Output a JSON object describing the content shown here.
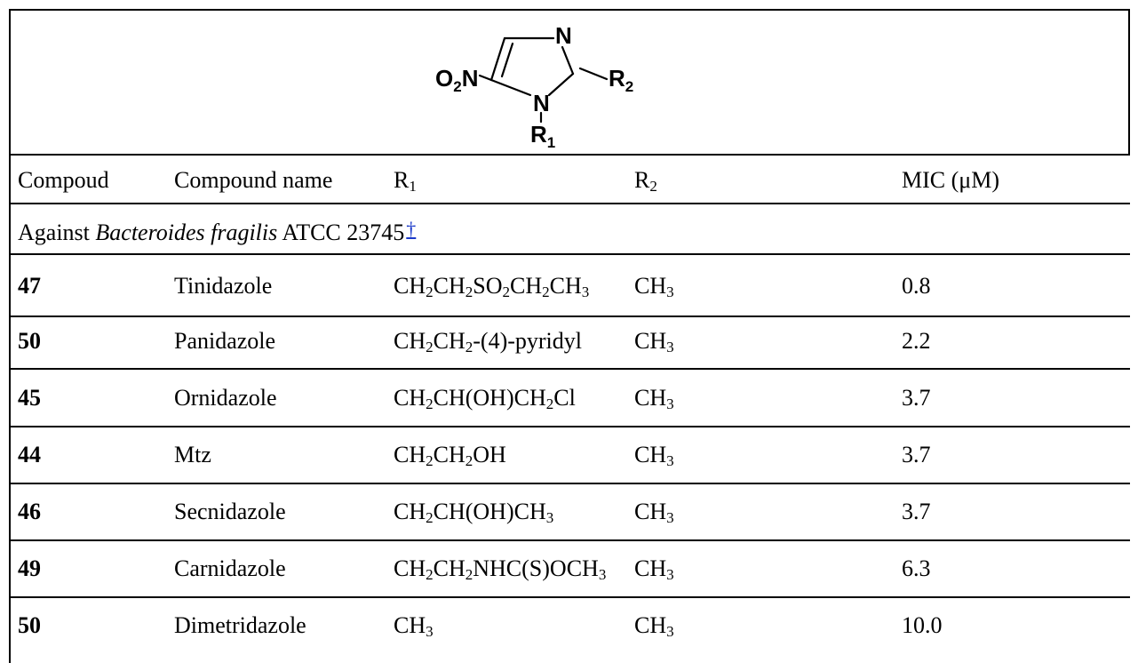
{
  "structure": {
    "atom_n_top": "N",
    "atom_n_ring": "N",
    "label_o2n": "O2N",
    "label_r2": "R2",
    "label_r1": "R1"
  },
  "header": {
    "col1": "Compoud",
    "col2": "Compound name",
    "col3": "R1",
    "col4": "R2",
    "col5": "MIC (μM)"
  },
  "section": {
    "prefix": "Against ",
    "organism": "Bacteroides fragilis",
    "suffix": " ATCC 23745",
    "footnote": "†"
  },
  "rows": [
    {
      "id": "47",
      "name": "Tinidazole",
      "r1": "CH2CH2SO2CH2CH3",
      "r2": "CH3",
      "mic": "0.8"
    },
    {
      "id": "50",
      "name": "Panidazole",
      "r1": "CH2CH2-(4)-pyridyl",
      "r2": "CH3",
      "mic": "2.2"
    },
    {
      "id": "45",
      "name": "Ornidazole",
      "r1": "CH2CH(OH)CH2Cl",
      "r2": "CH3",
      "mic": "3.7"
    },
    {
      "id": "44",
      "name": "Mtz",
      "r1": "CH2CH2OH",
      "r2": "CH3",
      "mic": "3.7"
    },
    {
      "id": "46",
      "name": "Secnidazole",
      "r1": "CH2CH(OH)CH3",
      "r2": "CH3",
      "mic": "3.7"
    },
    {
      "id": "49",
      "name": "Carnidazole",
      "r1": "CH2CH2NHC(S)OCH3",
      "r2": "CH3",
      "mic": "6.3"
    },
    {
      "id": "50",
      "name": "Dimetridazole",
      "r1": "CH3",
      "r2": "CH3",
      "mic": "10.0"
    }
  ]
}
